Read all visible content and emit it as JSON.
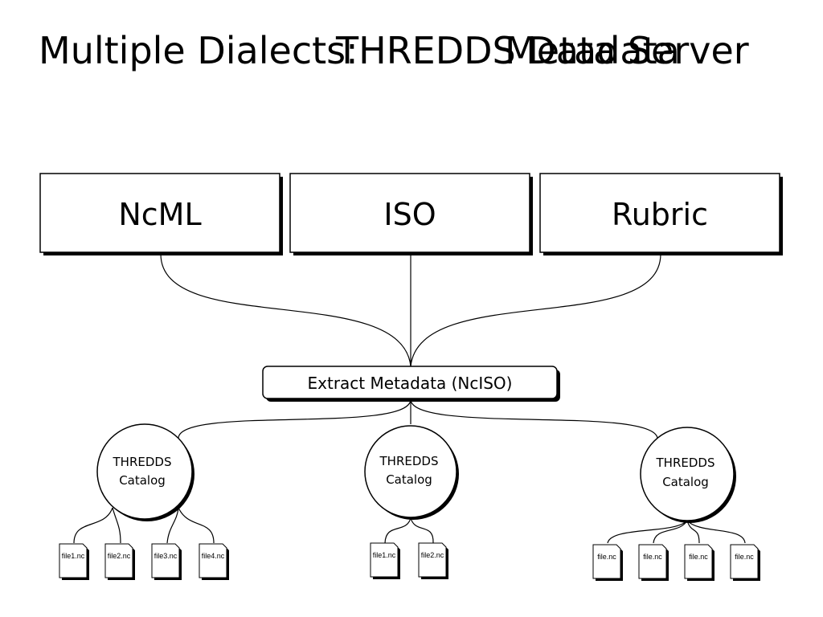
{
  "title": {
    "prefix": "Multiple Dialects:",
    "overlap_a": "THREDDS Data Server",
    "overlap_b": "Metadata"
  },
  "top_boxes": [
    "NcML",
    "ISO",
    "Rubric"
  ],
  "extract_box": "Extract Metadata (NcISO)",
  "catalogs": [
    {
      "label_line1": "THREDDS",
      "label_line2": "Catalog",
      "files": [
        "file1.nc",
        "file2.nc",
        "file3.nc",
        "file4.nc"
      ]
    },
    {
      "label_line1": "THREDDS",
      "label_line2": "Catalog",
      "files": [
        "file1.nc",
        "file2.nc"
      ]
    },
    {
      "label_line1": "THREDDS",
      "label_line2": "Catalog",
      "files": [
        "file.nc",
        "file.nc",
        "file.nc",
        "file.nc"
      ]
    }
  ],
  "colors": {
    "stroke": "#000000",
    "shadow": "#000000",
    "background": "#ffffff"
  }
}
